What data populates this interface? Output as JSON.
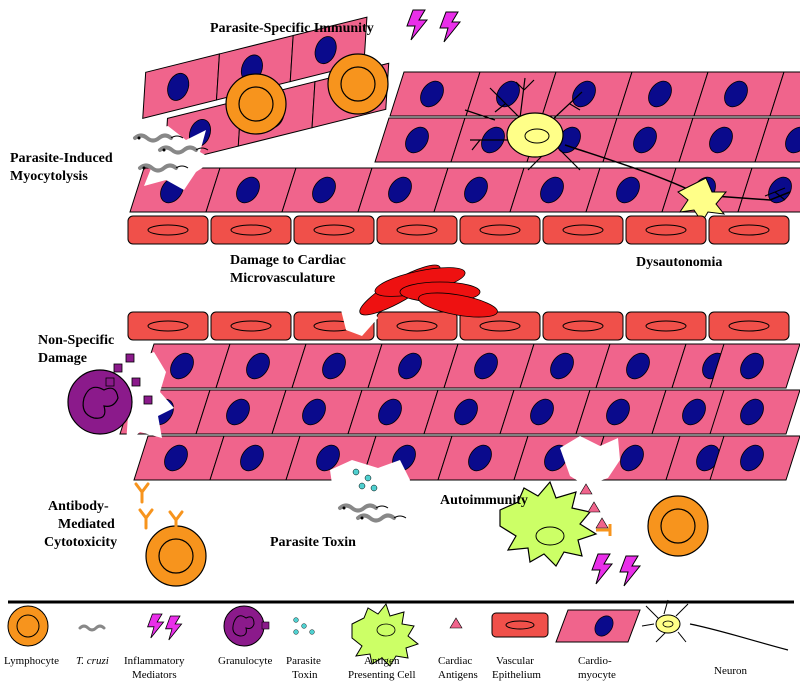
{
  "labels": {
    "parasite_specific_immunity": "Parasite-Specific Immunity",
    "parasite_induced_myocytolysis_1": "Parasite-Induced",
    "parasite_induced_myocytolysis_2": "Myocytolysis",
    "damage_microvasculature_1": "Damage to Cardiac",
    "damage_microvasculature_2": "Microvasculature",
    "dysautonomia": "Dysautonomia",
    "non_specific_damage_1": "Non-Specific",
    "non_specific_damage_2": "Damage",
    "antibody_mediated_1": "Antibody-",
    "antibody_mediated_2": "Mediated",
    "antibody_mediated_3": "Cytotoxicity",
    "parasite_toxin": "Parasite Toxin",
    "autoimmunity": "Autoimmunity"
  },
  "legend": {
    "lymphocyte": "Lymphocyte",
    "t_cruzi": "T. cruzi",
    "inflammatory_1": "Inflammatory",
    "inflammatory_2": "Mediators",
    "granulocyte": "Granulocyte",
    "parasite_toxin_1": "Parasite",
    "parasite_toxin_2": "Toxin",
    "apc_1": "Antigen",
    "apc_2": "Presenting Cell",
    "cardiac_antigens_1": "Cardiac",
    "cardiac_antigens_2": "Antigens",
    "vascular_1": "Vascular",
    "vascular_2": "Epithelium",
    "cardiomyocyte_1": "Cardio-",
    "cardiomyocyte_2": "myocyte",
    "neuron": "Neuron"
  },
  "colors": {
    "cardiomyocyte": "#f0648c",
    "nucleus": "#0a0a8c",
    "vascular": "#f0504a",
    "lymphocyte": "#f7941d",
    "granulocyte": "#8b1a8b",
    "granule": "#8b1a8b",
    "mediator": "#e92fe9",
    "apc": "#ccff66",
    "neuron": "#ffff88",
    "toxin": "#4fd0d0",
    "antigen": "#f0648c",
    "antibody": "#f7941d",
    "rbc": "#ee1111"
  }
}
